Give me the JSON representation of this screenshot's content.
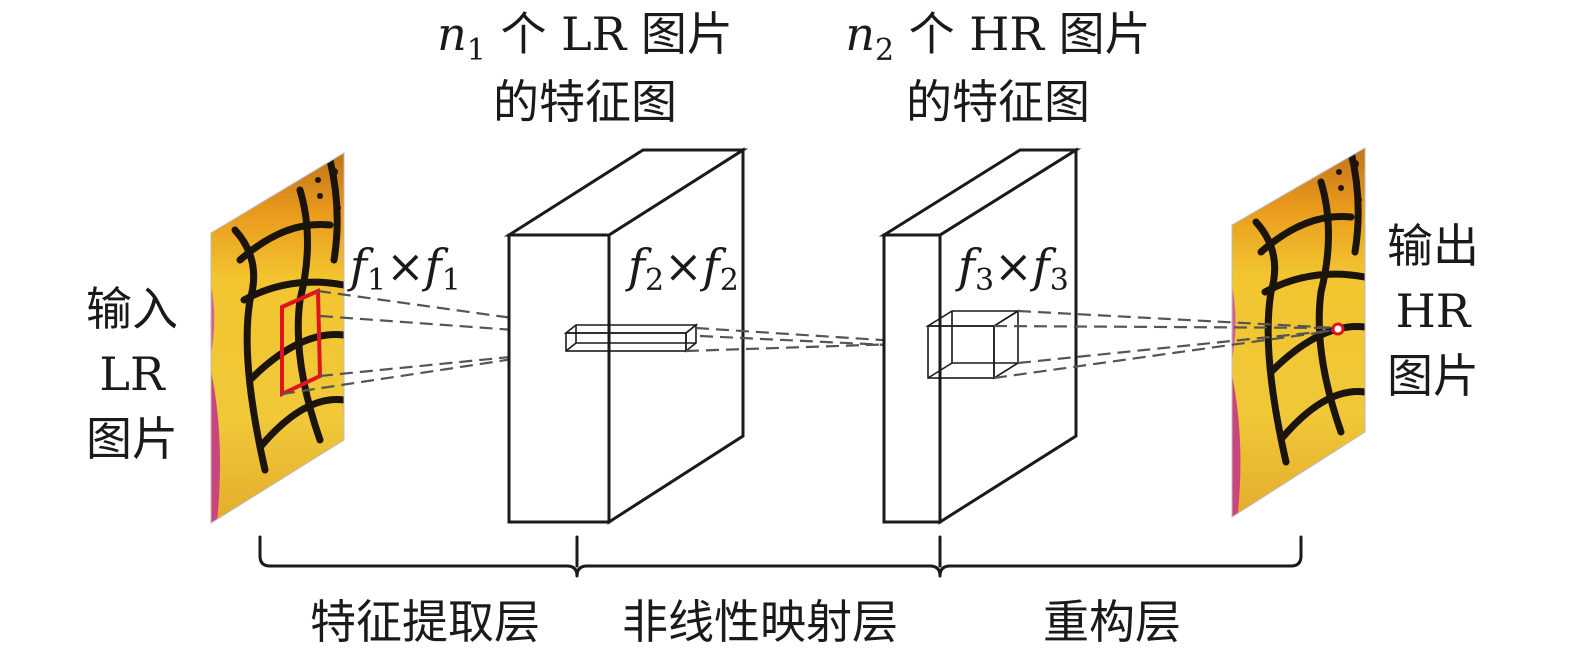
{
  "top_labels": {
    "lr_features": {
      "var": "n",
      "sub": "1",
      "line1_rest": " 个 LR 图片",
      "line2": "的特征图"
    },
    "hr_features": {
      "var": "n",
      "sub": "2",
      "line1_rest": " 个 HR 图片",
      "line2": "的特征图"
    }
  },
  "input": {
    "lines": [
      "输入",
      "LR",
      "图片"
    ]
  },
  "output": {
    "lines": [
      "输出",
      "HR",
      "图片"
    ]
  },
  "filters": [
    {
      "var": "f",
      "sub": "1",
      "times": "×"
    },
    {
      "var": "f",
      "sub": "2",
      "times": "×"
    },
    {
      "var": "f",
      "sub": "3",
      "times": "×"
    }
  ],
  "stages": {
    "feature_extraction": "特征提取层",
    "nonlinear_mapping": "非线性映射层",
    "reconstruction": "重构层"
  },
  "colors": {
    "line": "#1a1a1a",
    "dash": "#555555",
    "patch": "#e0141e",
    "wing_yellow": "#f2c530",
    "wing_orange": "#e99a1c",
    "flower_pink": "#c9457f",
    "vein": "#1b140c"
  }
}
